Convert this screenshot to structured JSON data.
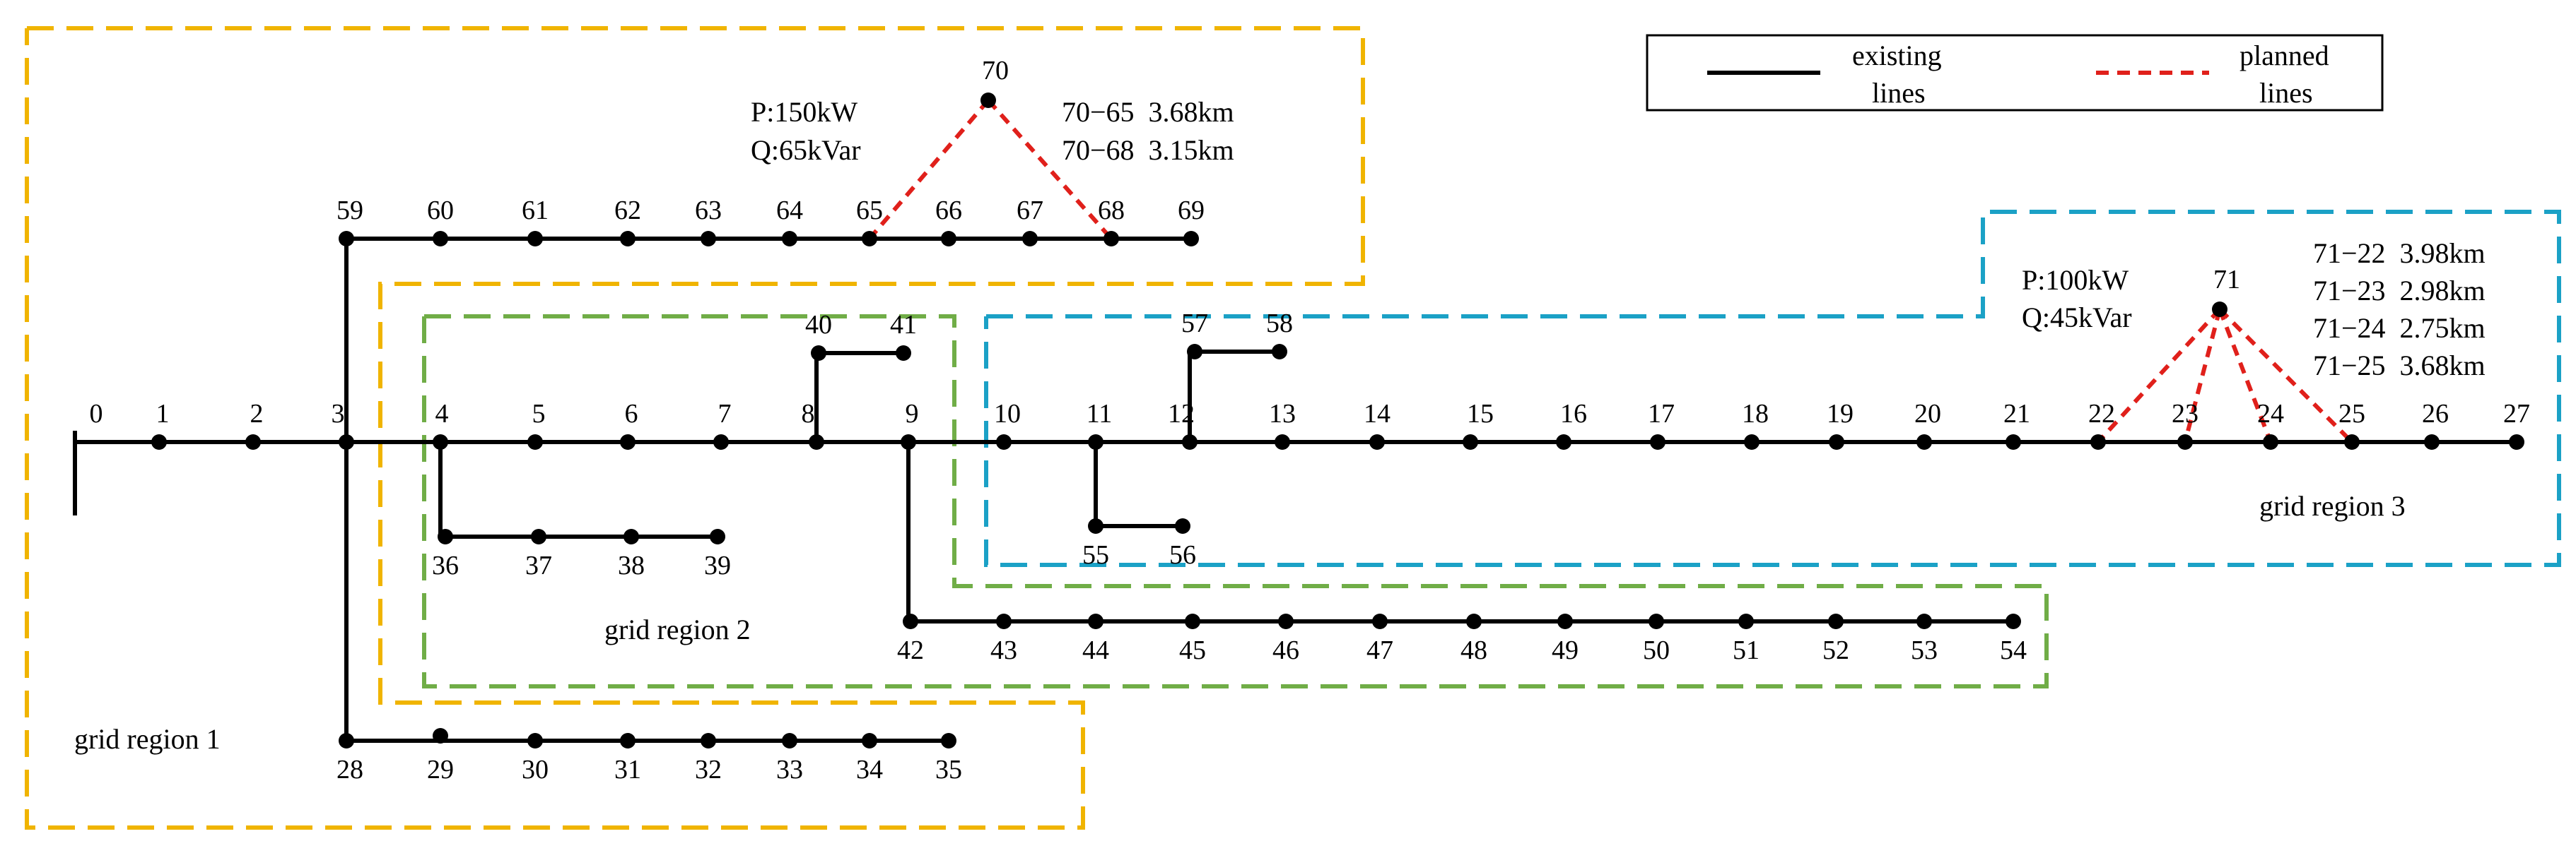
{
  "legend": {
    "existing_label_1": "existing",
    "existing_label_2": "lines",
    "planned_label_1": "planned",
    "planned_label_2": "lines"
  },
  "regions": [
    {
      "label": "grid region 1",
      "color": "#f0b400"
    },
    {
      "label": "grid region 2",
      "color": "#70ad47"
    },
    {
      "label": "grid region 3",
      "color": "#1ba1c6"
    }
  ],
  "colors": {
    "existing": "#000000",
    "planned": "#e0201b"
  },
  "nodes": [
    "0",
    "1",
    "2",
    "3",
    "4",
    "5",
    "6",
    "7",
    "8",
    "9",
    "10",
    "11",
    "12",
    "13",
    "14",
    "15",
    "16",
    "17",
    "18",
    "19",
    "20",
    "21",
    "22",
    "23",
    "24",
    "25",
    "26",
    "27",
    "28",
    "29",
    "30",
    "31",
    "32",
    "33",
    "34",
    "35",
    "36",
    "37",
    "38",
    "39",
    "40",
    "41",
    "42",
    "43",
    "44",
    "45",
    "46",
    "47",
    "48",
    "49",
    "50",
    "51",
    "52",
    "53",
    "54",
    "55",
    "56",
    "57",
    "58",
    "59",
    "60",
    "61",
    "62",
    "63",
    "64",
    "65",
    "66",
    "67",
    "68",
    "69",
    "70",
    "71"
  ],
  "existing_lines": [
    [
      "0",
      "27"
    ],
    [
      "3",
      "59"
    ],
    [
      "59",
      "69"
    ],
    [
      "3",
      "28"
    ],
    [
      "28",
      "35"
    ],
    [
      "4",
      "36"
    ],
    [
      "36",
      "39"
    ],
    [
      "8",
      "40"
    ],
    [
      "40",
      "41"
    ],
    [
      "9",
      "42"
    ],
    [
      "42",
      "54"
    ],
    [
      "11",
      "55"
    ],
    [
      "55",
      "56"
    ],
    [
      "12",
      "57"
    ],
    [
      "57",
      "58"
    ]
  ],
  "planned_lines": [
    [
      "70",
      "65"
    ],
    [
      "70",
      "68"
    ],
    [
      "71",
      "22"
    ],
    [
      "71",
      "23"
    ],
    [
      "71",
      "24"
    ],
    [
      "71",
      "25"
    ]
  ],
  "candidate_70": {
    "node": "70",
    "p": "P:150kW",
    "q": "Q:65kVar",
    "lines": [
      "70−65  3.68km",
      "70−68  3.15km"
    ]
  },
  "candidate_71": {
    "node": "71",
    "p": "P:100kW",
    "q": "Q:45kVar",
    "lines": [
      "71−22  3.98km",
      "71−23  2.98km",
      "71−24  2.75km",
      "71−25  3.68km"
    ]
  }
}
